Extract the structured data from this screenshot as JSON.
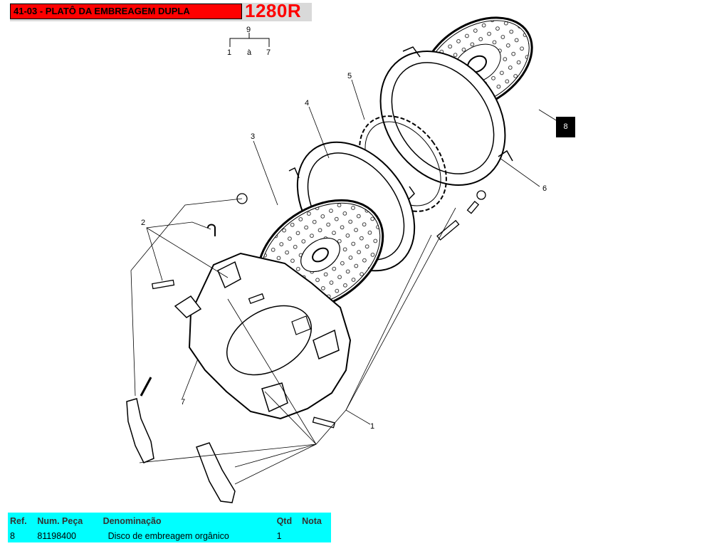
{
  "header": {
    "title": "41-03 - PLATÔ DA EMBREAGEM DUPLA",
    "model": "1280R"
  },
  "diagram": {
    "group": {
      "top": "9",
      "from": "1",
      "word": "à",
      "to": "7"
    },
    "callouts": {
      "c1": "1",
      "c2": "2",
      "c3": "3",
      "c4": "4",
      "c5": "5",
      "c6": "6",
      "c7": "7",
      "c8": "8"
    }
  },
  "parts_table": {
    "headers": {
      "ref": "Ref.",
      "num": "Num. Peça",
      "den": "Denominação",
      "qtd": "Qtd",
      "nota": "Nota"
    },
    "rows": [
      {
        "ref": "8",
        "num": "81198400",
        "den": "Disco de embreagem orgânico",
        "qtd": "1",
        "nota": ""
      }
    ]
  },
  "colors": {
    "title_bg": "#ff0000",
    "model_text": "#ff0000",
    "table_bg": "#00ffff",
    "highlight_box": "#000000"
  }
}
